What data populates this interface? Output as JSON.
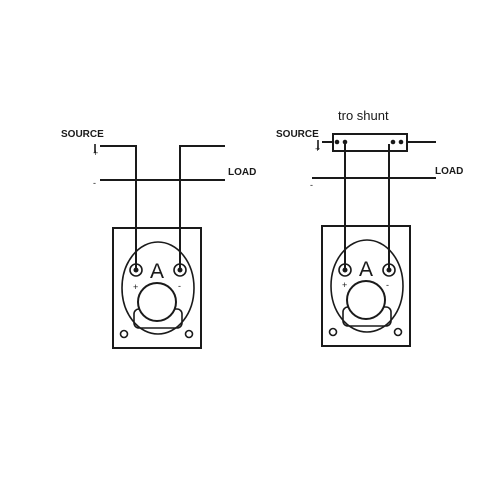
{
  "left": {
    "source_label": "SOURCE",
    "load_label": "LOAD",
    "plus_sign": "+",
    "minus_sign": "-",
    "meter_letter": "A",
    "terminal_plus": "+",
    "terminal_minus": "-"
  },
  "right": {
    "shunt_label": "tro shunt",
    "source_label": "SOURCE",
    "load_label": "LOAD",
    "plus_sign": "+",
    "minus_sign": "-",
    "meter_letter": "A",
    "terminal_plus": "+",
    "terminal_minus": "-"
  }
}
